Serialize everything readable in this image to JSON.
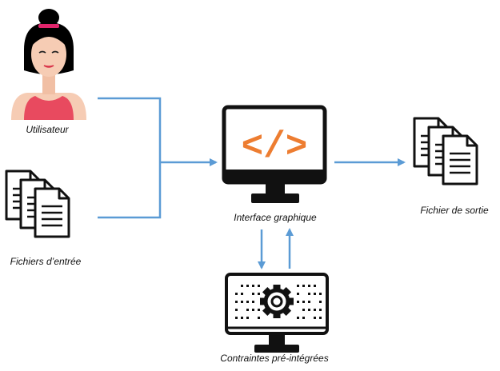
{
  "colors": {
    "arrow": "#5b9bd5",
    "code": "#ed7d31",
    "skin": "#f6ccb4",
    "hair": "#000000",
    "shirt": "#e84a5f",
    "band": "#e0246b",
    "ink": "#111111"
  },
  "nodes": {
    "user": {
      "label": "Utilisateur",
      "icon": "woman-avatar-icon"
    },
    "input_files": {
      "label": "Fichiers d’entrée",
      "icon": "documents-icon"
    },
    "interface": {
      "label": "Interface graphique",
      "icon": "code-monitor-icon",
      "code_glyph": "</>"
    },
    "output_file": {
      "label": "Fichier de sortie",
      "icon": "documents-icon"
    },
    "constraints": {
      "label": "Contraintes pré-intégrées",
      "icon": "gear-monitor-icon"
    }
  },
  "edges": [
    {
      "from": "user",
      "to": "interface"
    },
    {
      "from": "input_files",
      "to": "interface"
    },
    {
      "from": "interface",
      "to": "output_file"
    },
    {
      "from": "interface",
      "to": "constraints"
    },
    {
      "from": "constraints",
      "to": "interface"
    }
  ]
}
